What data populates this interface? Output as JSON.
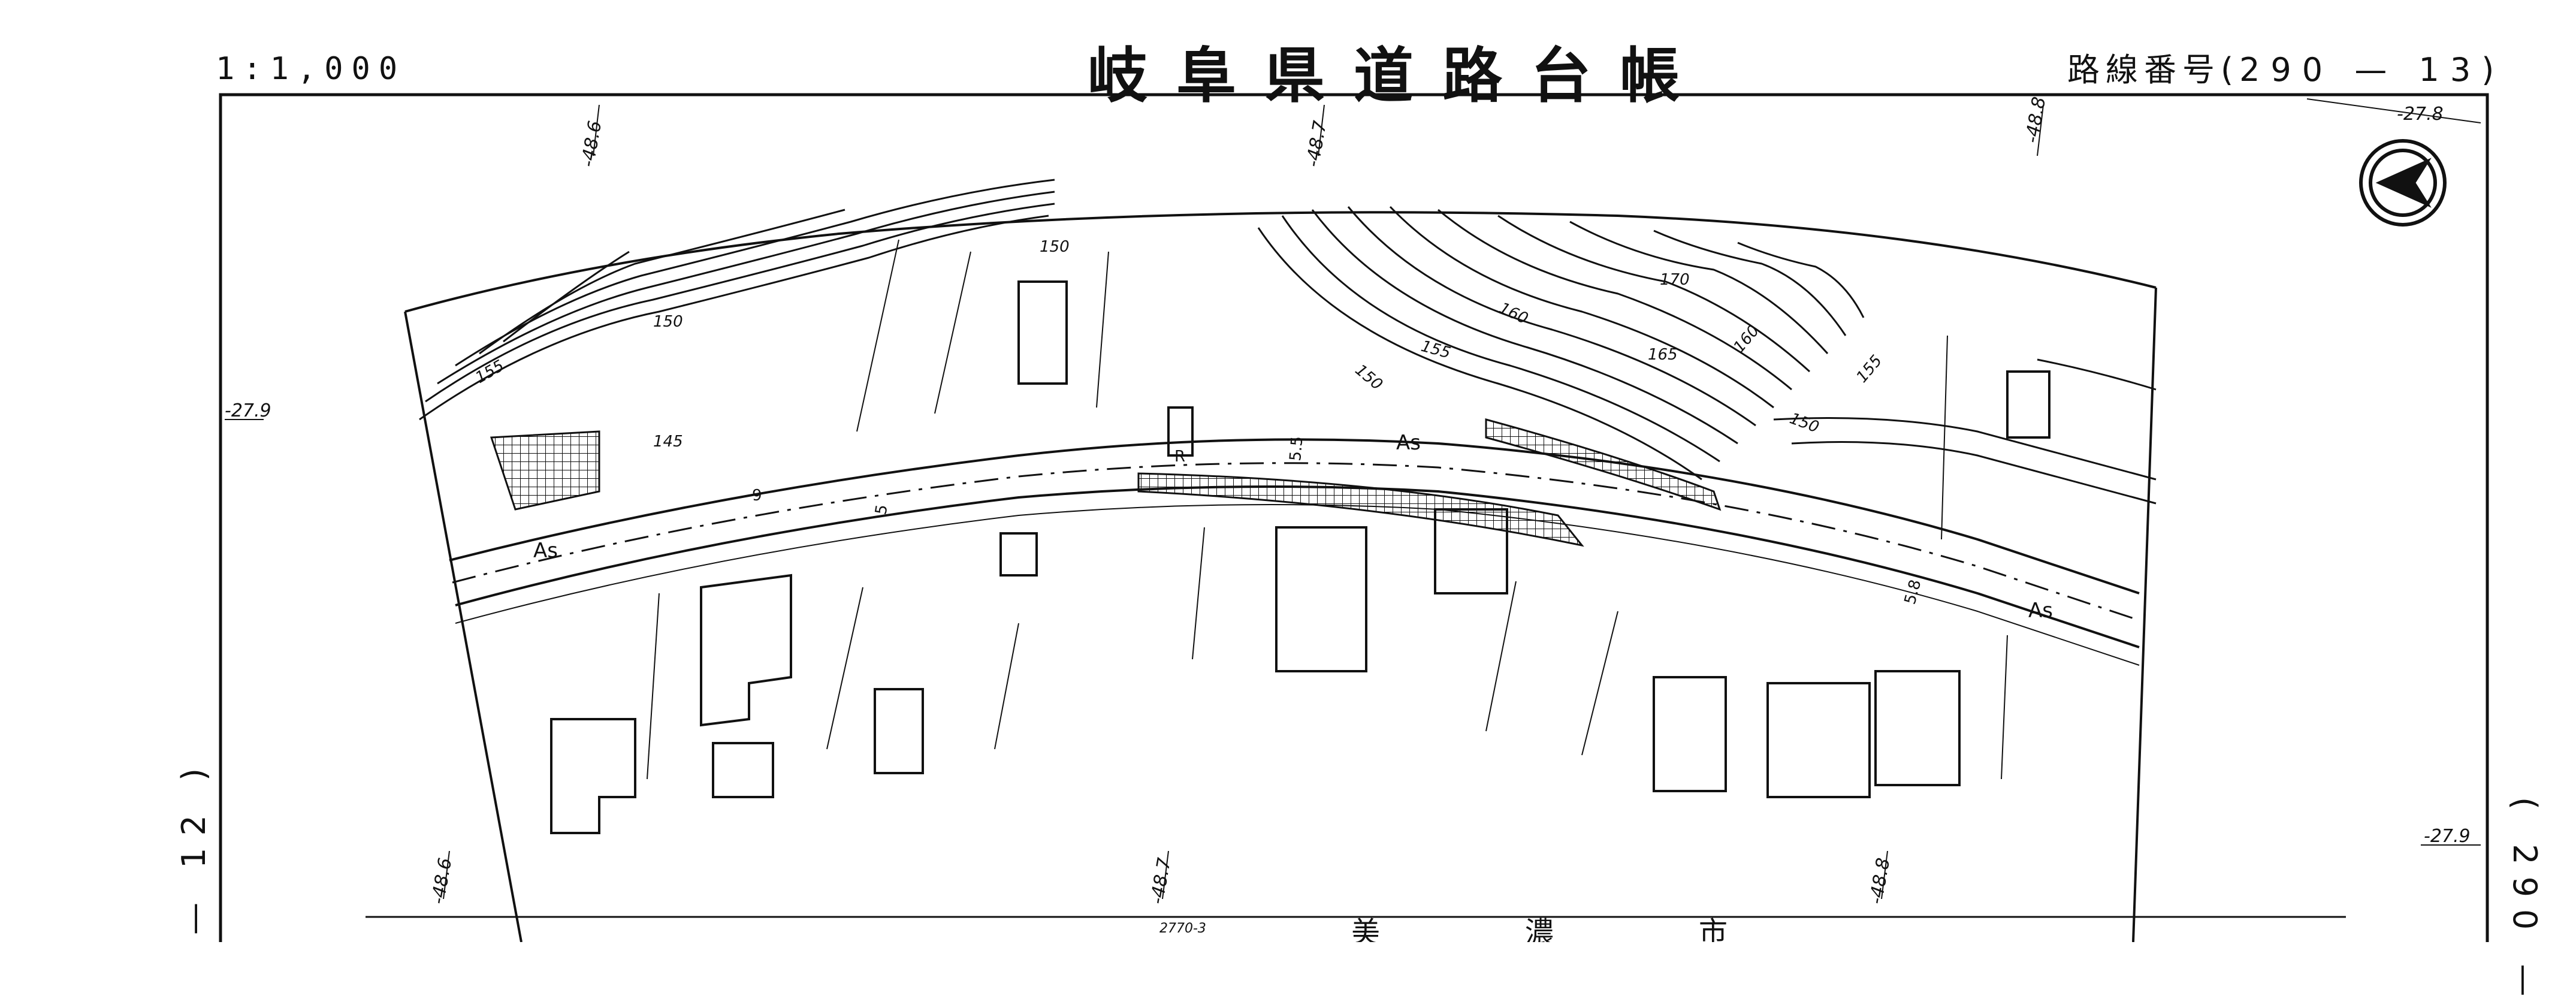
{
  "header": {
    "scale": "1:1,000",
    "title": "岐阜県道路台帳",
    "route_prefix": "路線番号(",
    "route_number": "290 — 13",
    "route_suffix": ")"
  },
  "side": {
    "left": "— 12 )",
    "right": "( 290 —"
  },
  "grid_labels": {
    "top_1": "-48.6",
    "top_2": "-48.7",
    "top_3": "-48.8",
    "top_right": "-27.8",
    "left_mid": "-27.9",
    "right_mid": "-27.9",
    "bottom_1": "-48.6",
    "bottom_2": "-48.7",
    "bottom_3": "-48.8"
  },
  "contours": {
    "c145": "145",
    "c150a": "150",
    "c150b": "150",
    "c150c": "150",
    "c150d": "150",
    "c155a": "155",
    "c155b": "155",
    "c155c": "155",
    "c160a": "160",
    "c160b": "160",
    "c165": "165",
    "c170": "170"
  },
  "road_labels": {
    "as_1": "As",
    "as_2": "As",
    "as_3": "As",
    "r": "R",
    "w55": "5.5",
    "w5": "5",
    "w58": "5.8",
    "w9": "9"
  },
  "bottom": {
    "parcel": "2770-3",
    "place_1": "美",
    "place_2": "濃",
    "place_3": "市"
  },
  "icons": [
    "north-arrow-icon"
  ]
}
